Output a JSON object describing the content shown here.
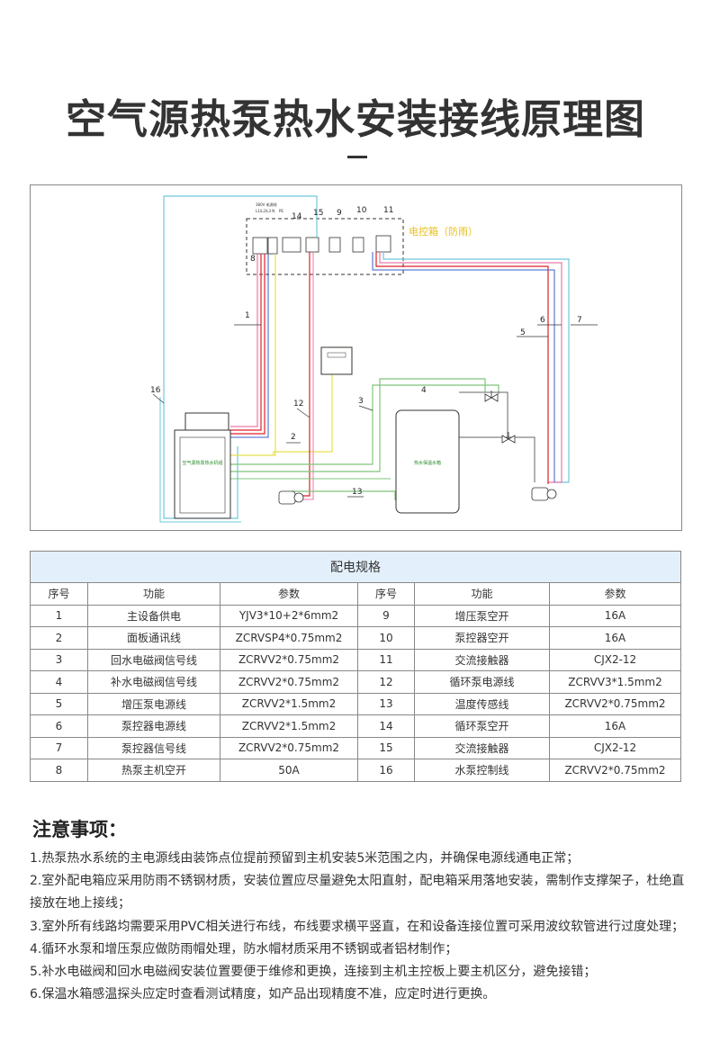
{
  "title": "空气源热泵热水安装接线原理图",
  "diagram": {
    "elec_box_label": "电控箱（防雨）",
    "main_unit_label": "空气源热泵热水机组",
    "tank_label": "热水保温水箱",
    "labels_top": [
      "380V 电源线",
      "L1/L2/L3 N",
      "PE"
    ],
    "callouts": [
      "1",
      "2",
      "3",
      "4",
      "5",
      "6",
      "7",
      "8",
      "9",
      "10",
      "11",
      "12",
      "13",
      "14",
      "15",
      "16"
    ],
    "colors": {
      "red": "#e0202a",
      "pink": "#e87aa8",
      "yellow": "#e8e04a",
      "green": "#7fc47a",
      "cyan": "#6ec8de",
      "blue": "#3b5fc8",
      "gray": "#666666",
      "box_label": "#e8c020"
    }
  },
  "table": {
    "caption": "配电规格",
    "headers": [
      "序号",
      "功能",
      "参数",
      "序号",
      "功能",
      "参数"
    ],
    "rows": [
      [
        "1",
        "主设备供电",
        "YJV3*10+2*6mm2",
        "9",
        "增压泵空开",
        "16A"
      ],
      [
        "2",
        "面板通讯线",
        "ZCRVSP4*0.75mm2",
        "10",
        "泵控器空开",
        "16A"
      ],
      [
        "3",
        "回水电磁阀信号线",
        "ZCRVV2*0.75mm2",
        "11",
        "交流接触器",
        "CJX2-12"
      ],
      [
        "4",
        "补水电磁阀信号线",
        "ZCRVV2*0.75mm2",
        "12",
        "循环泵电源线",
        "ZCRVV3*1.5mm2"
      ],
      [
        "5",
        "增压泵电源线",
        "ZCRVV2*1.5mm2",
        "13",
        "温度传感线",
        "ZCRVV2*0.75mm2"
      ],
      [
        "6",
        "泵控器电源线",
        "ZCRVV2*1.5mm2",
        "14",
        "循环泵空开",
        "16A"
      ],
      [
        "7",
        "泵控器信号线",
        "ZCRVV2*0.75mm2",
        "15",
        "交流接触器",
        "CJX2-12"
      ],
      [
        "8",
        "热泵主机空开",
        "50A",
        "16",
        "水泵控制线",
        "ZCRVV2*0.75mm2"
      ]
    ]
  },
  "notes": {
    "title": "注意事项：",
    "items": [
      "1.热泵热水系统的主电源线由装饰点位提前预留到主机安装5米范围之内，并确保电源线通电正常；",
      "2.室外配电箱应采用防雨不锈钢材质，安装位置应尽量避免太阳直射，配电箱采用落地安装，需制作支撑架子，杜绝直接放在地上接线；",
      "3.室外所有线路均需要采用PVC相关进行布线，布线要求横平竖直，在和设备连接位置可采用波纹软管进行过度处理；",
      "4.循环水泵和增压泵应做防雨帽处理，防水帽材质采用不锈钢或者铝材制作；",
      "5.补水电磁阀和回水电磁阀安装位置要便于维修和更换，连接到主机主控板上要主机区分，避免接错；",
      "6.保温水箱感温探头应定时查看测试精度，如产品出现精度不准，应定时进行更换。"
    ]
  }
}
